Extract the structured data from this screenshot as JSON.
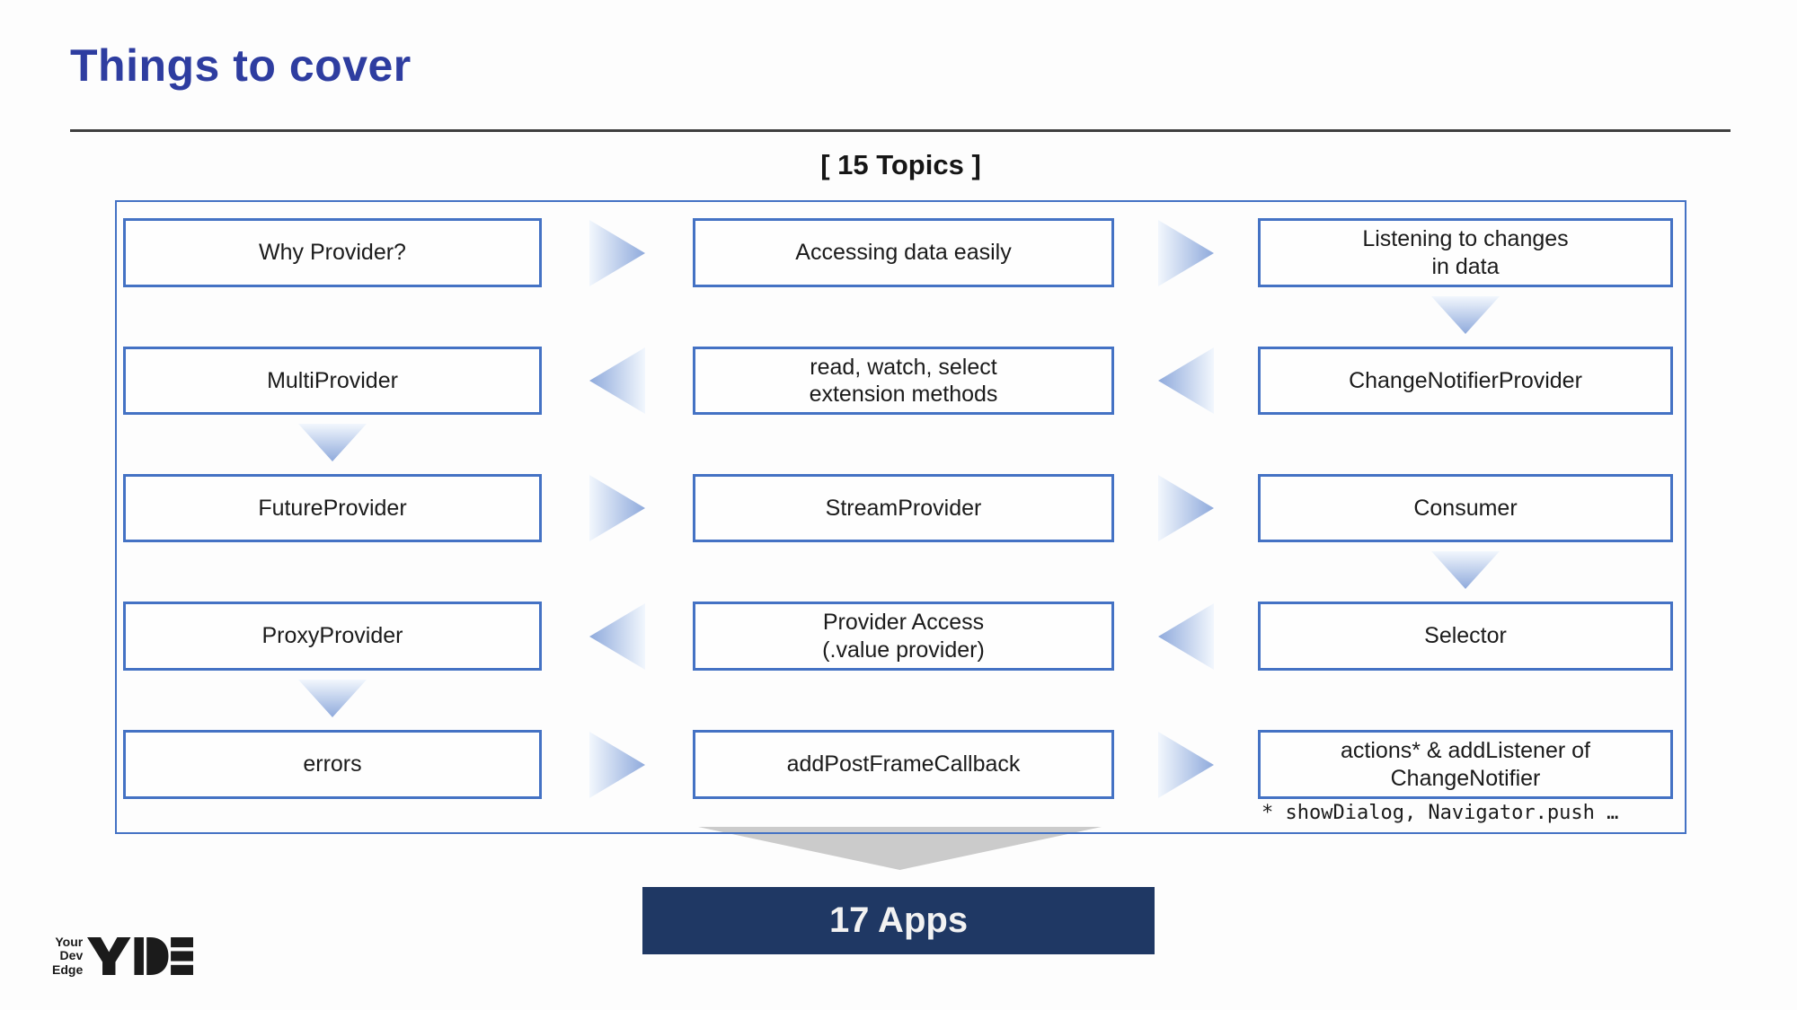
{
  "title": "Things to cover",
  "topics_label": "[ 15 Topics ]",
  "grid": {
    "rows": [
      {
        "flow": "right",
        "cells": [
          "Why Provider?",
          "Accessing data easily",
          "Listening to changes\nin data"
        ]
      },
      {
        "flow": "left",
        "cells": [
          "MultiProvider",
          "read, watch, select\nextension methods",
          "ChangeNotifierProvider"
        ]
      },
      {
        "flow": "right",
        "cells": [
          "FutureProvider",
          "StreamProvider",
          "Consumer"
        ]
      },
      {
        "flow": "left",
        "cells": [
          "ProxyProvider",
          "Provider Access\n(.value provider)",
          "Selector"
        ]
      },
      {
        "flow": "right",
        "cells": [
          "errors",
          "addPostFrameCallback",
          "actions* & addListener of\nChangeNotifier"
        ]
      }
    ],
    "down_links": [
      {
        "from": "Listening to changes in data",
        "to": "ChangeNotifierProvider"
      },
      {
        "from": "MultiProvider",
        "to": "FutureProvider"
      },
      {
        "from": "Consumer",
        "to": "Selector"
      },
      {
        "from": "ProxyProvider",
        "to": "errors"
      }
    ]
  },
  "footnote": "* showDialog, Navigator.push …",
  "banner": {
    "label": "17 Apps"
  },
  "logo": {
    "word1": "Your",
    "word2": "Dev",
    "word3": "Edge",
    "brand": "YDE"
  },
  "colors": {
    "title_blue": "#2e3da0",
    "box_border_blue": "#4472c4",
    "arrow_tip_blue": "#8faadc",
    "arrow_base_light": "#f2f7fd",
    "banner_navy": "#1f3864",
    "funnel_gray": "#cbcbcb"
  }
}
